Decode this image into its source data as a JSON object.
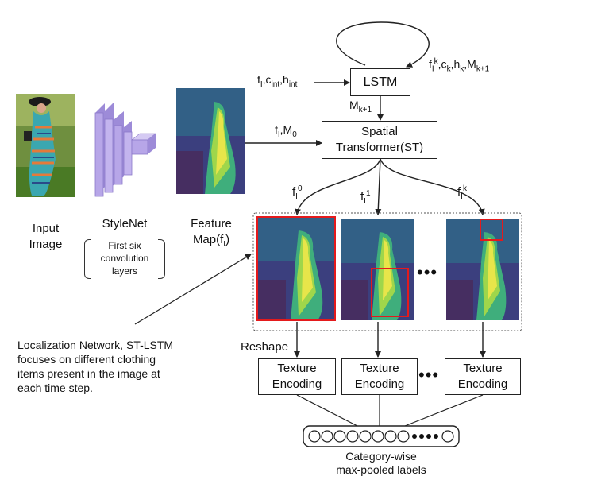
{
  "input": {
    "label": "Input\nImage"
  },
  "stylenet": {
    "title": "StyleNet",
    "note": "First six\nconvolution\nlayers"
  },
  "feature_map": {
    "label_main": "Feature\nMap(f",
    "label_sub": "I",
    "label_close": ")"
  },
  "lstm": {
    "label": "LSTM",
    "in_f": "f",
    "in_f_sub": "I",
    "in_c": ",c",
    "in_c_sub": "int",
    "in_h": ",h",
    "in_h_sub": "int",
    "out_f": "f",
    "out_f_sub": "I",
    "out_f_sup": "k",
    "out_c": ",c",
    "out_c_sub": "k",
    "out_h": ",h",
    "out_h_sub": "k",
    "out_m": ",M",
    "out_m_sub": "k+1"
  },
  "mk1": {
    "text": "M",
    "sub": "k+1"
  },
  "st": {
    "label": "Spatial\nTransformer(ST)",
    "in_f": "f",
    "in_f_sub": "I",
    "in_m": ",M",
    "in_m_sub": "0"
  },
  "branches": [
    {
      "f": "f",
      "sub": "I",
      "sup": "0"
    },
    {
      "f": "f",
      "sub": "I",
      "sup": "1"
    },
    {
      "f": "f",
      "sub": "I",
      "sup": "k"
    }
  ],
  "reshape": "Reshape",
  "texture": [
    "Texture\nEncoding",
    "Texture\nEncoding",
    "Texture\nEncoding"
  ],
  "dots": "•••",
  "output": {
    "caption": "Category-wise\nmax-pooled labels"
  },
  "annotation": "Localization Network, ST-LSTM\nfocuses on different clothing\nitems present in the image at\neach time step.",
  "colors": {
    "crop_border": "#e41a1c",
    "line": "#222222",
    "stylenet": "#b7a6e8"
  }
}
